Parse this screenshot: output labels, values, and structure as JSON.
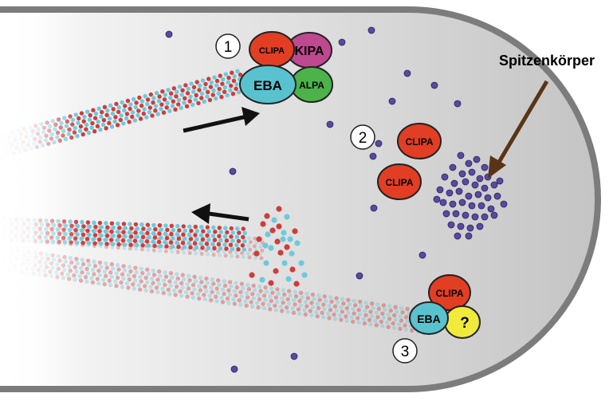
{
  "colors": {
    "background": "#ffffff",
    "cell_wall": "#7c7c7c",
    "cytoplasm_light": "#fafafa",
    "cytoplasm_dark": "#c4c4c4",
    "tubulin_red": "#cf3c3b",
    "tubulin_cyan": "#6ec9dd",
    "vesicle": "#5a4a9c",
    "vesicle_edge": "#2a2068",
    "clipa": "#e23e23",
    "kipa": "#c04890",
    "eba": "#59c2cf",
    "alpa": "#4cb34a",
    "unknown": "#f0ea3a",
    "spk_arrow": "#5a3416",
    "direction_arrow": "#111111"
  },
  "labels": {
    "spk": "Spitzenkörper",
    "step1": "1",
    "step2": "2",
    "step3": "3"
  },
  "complex1": {
    "clipa": "CLIPA",
    "kipa": "KIPA",
    "eba": "EBA",
    "alpa": "ALPA"
  },
  "free_clipa": [
    "CLIPA",
    "CLIPA"
  ],
  "complex3": {
    "clipa": "CLIPA",
    "eba": "EBA",
    "unknown": "?"
  },
  "icons": {
    "direction_arrow_1": "arrow-right-icon",
    "direction_arrow_2": "arrow-left-icon",
    "spk_pointer": "arrow-down-left-icon"
  }
}
